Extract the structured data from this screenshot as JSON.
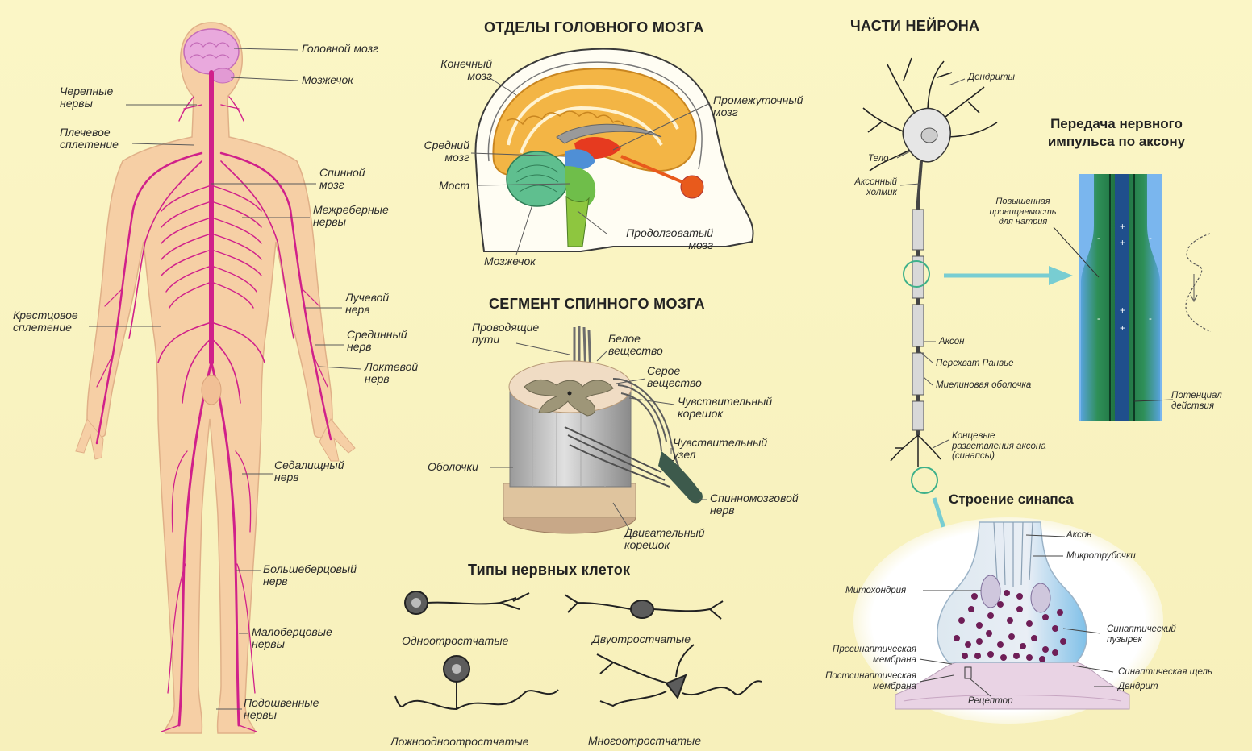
{
  "headings": {
    "brain_sections": "ОТДЕЛЫ ГОЛОВНОГО МОЗГА",
    "spinal_segment": "СЕГМЕНТ СПИННОГО МОЗГА",
    "neuron_parts": "ЧАСТИ НЕЙРОНА",
    "cell_types": "Типы нервных клеток",
    "impulse": "Передача нервного\nимпульса по аксону",
    "synapse": "Строение синапса"
  },
  "body_labels": {
    "brain": "Головной мозг",
    "cerebellum": "Мозжечок",
    "cranial": "Черепные\nнервы",
    "brachial": "Плечевое\nсплетение",
    "spinal_cord": "Спинной\nмозг",
    "intercostal": "Межреберные\nнервы",
    "radial": "Лучевой\nнерв",
    "sacral": "Крестцовое\nсплетение",
    "median": "Срединный\nнерв",
    "ulnar": "Локтевой\nнерв",
    "sciatic": "Седалищный\nнерв",
    "tibial": "Большеберцовый\nнерв",
    "peroneal": "Малоберцовые\nнервы",
    "plantar": "Подошвенные\nнервы"
  },
  "brain_labels": {
    "telencephalon": "Конечный\nмозг",
    "diencephalon": "Промежуточный\nмозг",
    "midbrain": "Средний\nмозг",
    "pons": "Мост",
    "medulla": "Продолговатый\nмозг",
    "cerebellum": "Мозжечок"
  },
  "spinal_labels": {
    "tracts": "Проводящие\nпути",
    "white": "Белое\nвещество",
    "gray": "Серое\nвещество",
    "sensory_root": "Чувствительный\nкорешок",
    "ganglion": "Чувствительный\nузел",
    "membranes": "Оболочки",
    "spinal_nerve": "Спинномозговой\nнерв",
    "motor_root": "Двигательный\nкорешок"
  },
  "cell_type_labels": {
    "unipolar": "Одноотростчатые",
    "bipolar": "Двуотростчатые",
    "pseudo": "Ложноодноотростчатые",
    "multipolar": "Многоотростчатые"
  },
  "neuron_labels": {
    "dendrites": "Дендриты",
    "body": "Тело",
    "hillock": "Аксонный\nхолмик",
    "axon": "Аксон",
    "ranvier": "Перехват Ранвье",
    "myelin": "Миелиновая оболочка",
    "terminals": "Концевые\nразветвления аксона\n(синапсы)"
  },
  "impulse_labels": {
    "permeability": "Повышенная\nпроницаемость\nдля натрия",
    "potential": "Потенциал\nдействия",
    "sign_plus": "+",
    "sign_minus": "-"
  },
  "synapse_labels": {
    "axon": "Аксон",
    "microtubules": "Микротрубочки",
    "mitochondria": "Митохондрия",
    "vesicle": "Синаптический\nпузырек",
    "presynaptic": "Пресинаптическая\nмембрана",
    "postsynaptic": "Постсинаптическая\nмембрана",
    "cleft": "Синаптическая щель",
    "dendrite": "Дендрит",
    "receptor": "Рецептор"
  },
  "colors": {
    "background": "#fbf6c6",
    "nerves": "#d0208a",
    "skin": "#f6cfa5",
    "brain_cortex": "#f3b545",
    "arrow": "#78cdd2",
    "axon_green": "#2e8f58",
    "axon_blue": "#6aa2e6"
  }
}
